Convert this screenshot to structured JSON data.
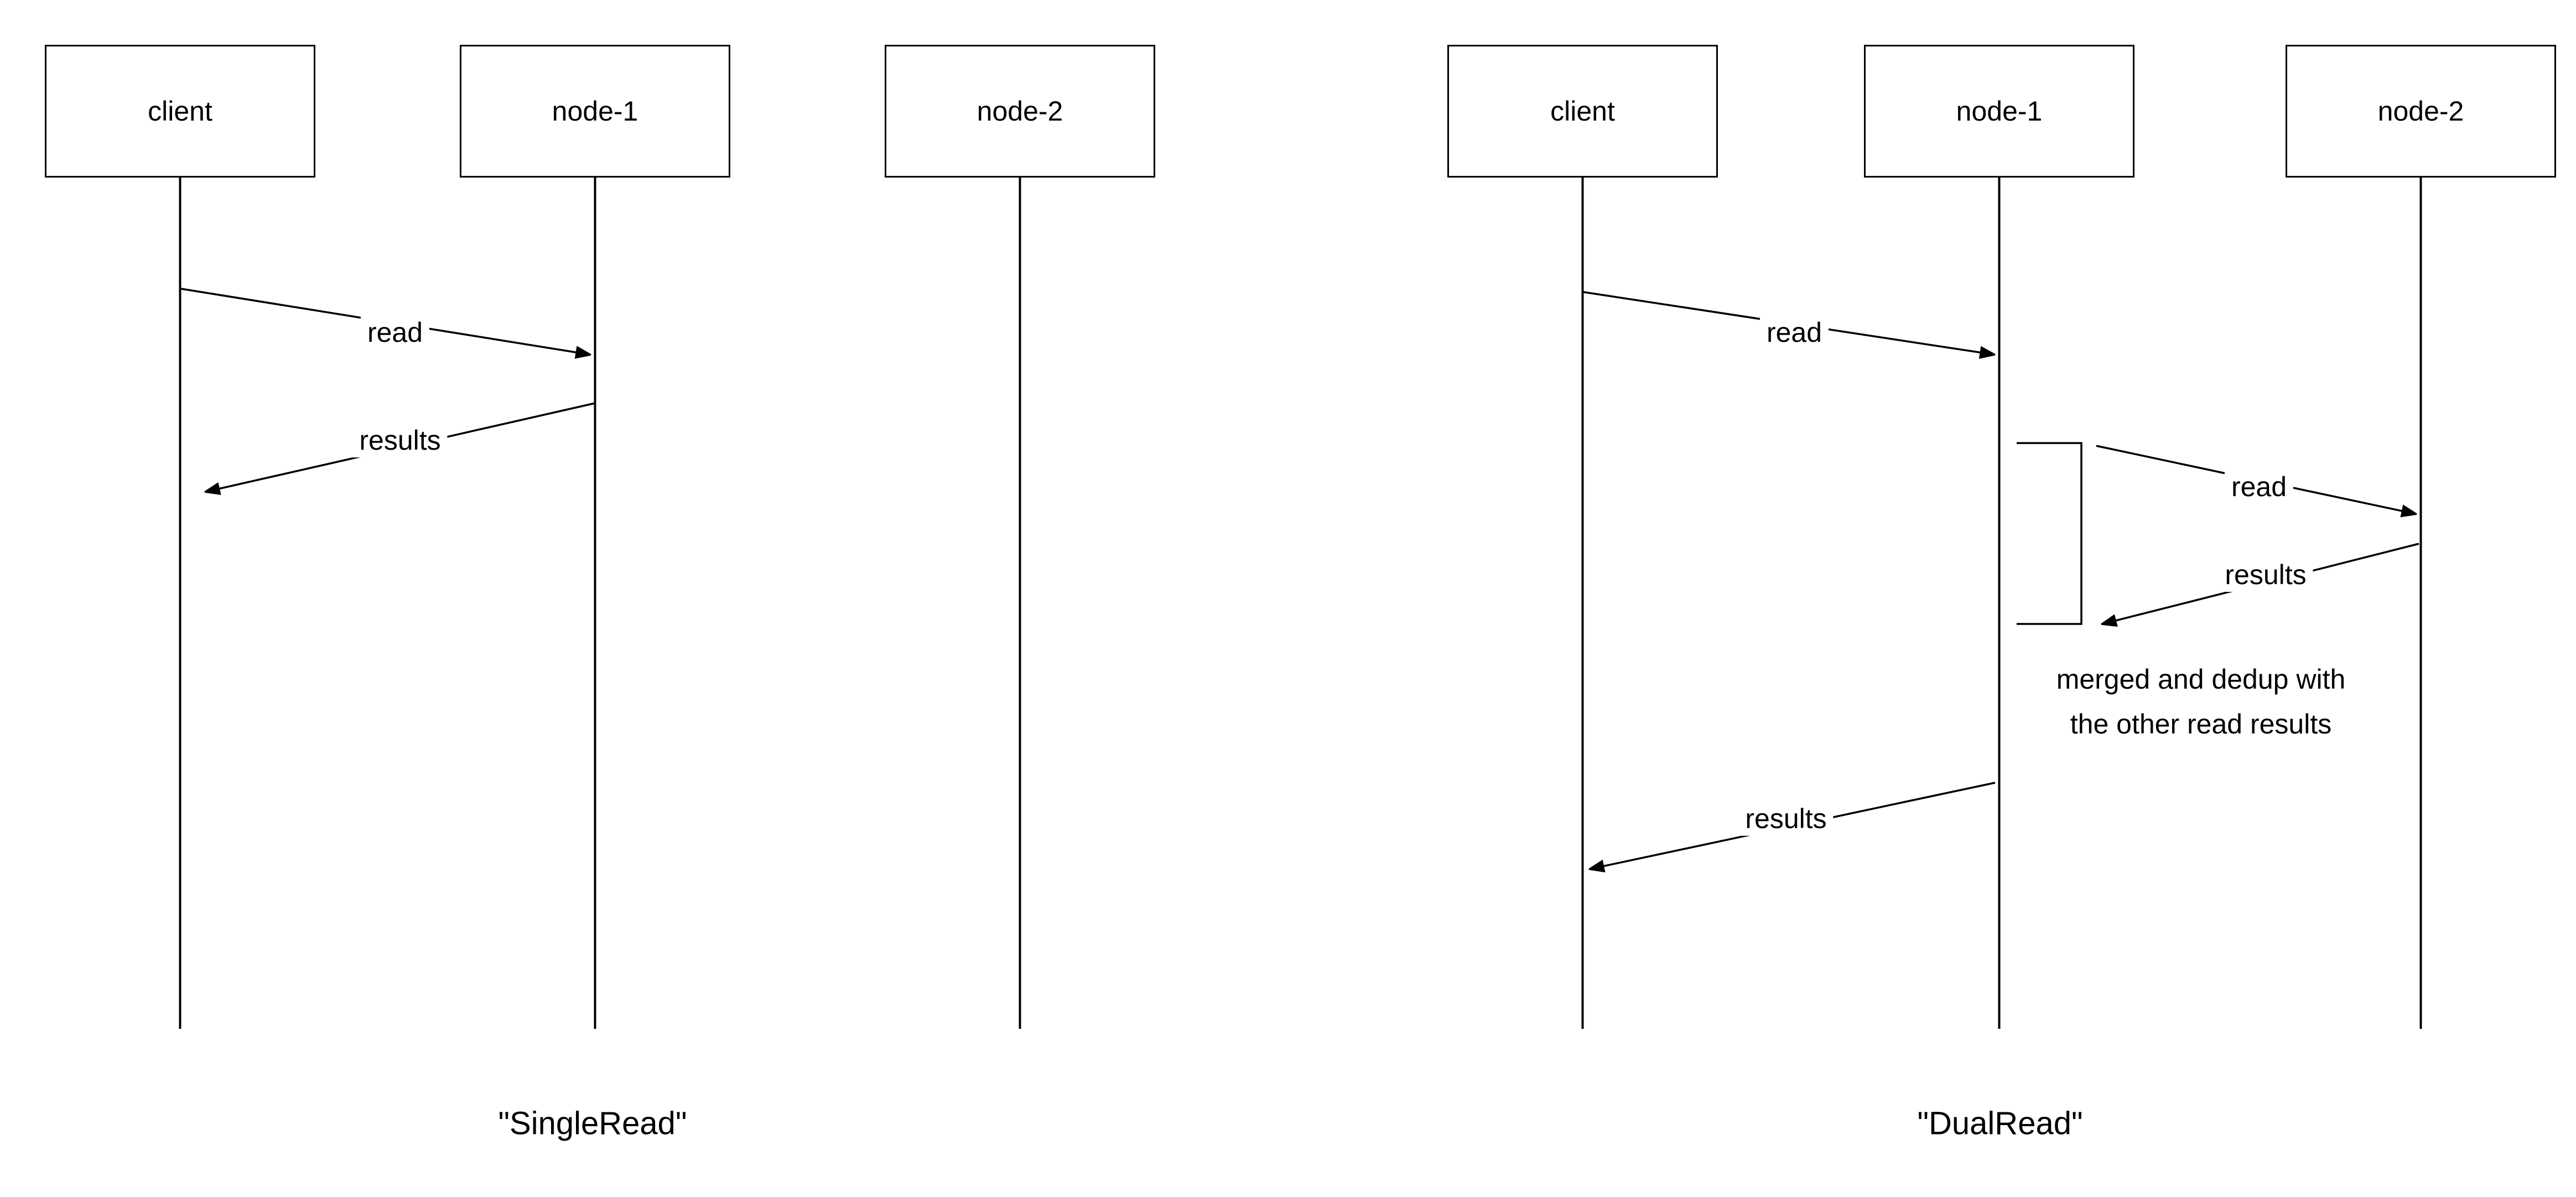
{
  "page": {
    "background_color": "#ffffff",
    "line_color": "#000000"
  },
  "single_read": {
    "caption": "\"SingleRead\"",
    "actors": {
      "client": "client",
      "node1": "node-1",
      "node2": "node-2"
    },
    "messages": {
      "read": "read",
      "results": "results"
    }
  },
  "dual_read": {
    "caption": "\"DualRead\"",
    "actors": {
      "client": "client",
      "node1": "node-1",
      "node2": "node-2"
    },
    "messages": {
      "read_client_to_node1": "read",
      "read_node1_to_node2": "read",
      "results_node2_to_node1": "results",
      "results_node1_to_client": "results"
    },
    "note_line1": "merged and dedup with",
    "note_line2": "the other read results"
  }
}
